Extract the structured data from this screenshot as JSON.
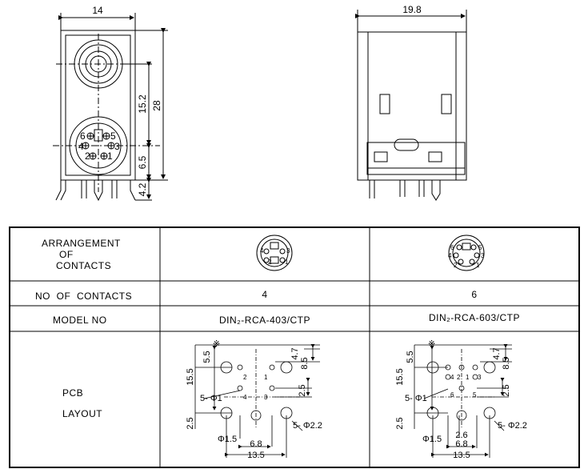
{
  "front_view": {
    "width_dim": "14",
    "height_dim": "28",
    "upper_dim": "15.2",
    "lower_dim": "6.5",
    "pin_dim": "4.2",
    "pin_labels": [
      "6",
      "5",
      "4",
      "3",
      "2",
      "1"
    ]
  },
  "side_view": {
    "width_dim": "19.8"
  },
  "table": {
    "row_labels": {
      "arrangement": [
        "ARRANGEMENT",
        "OF",
        "CONTACTS"
      ],
      "no_of_contacts": "NO  OF  CONTACTS",
      "model_no": "MODEL NO",
      "pcb_layout": [
        "PCB",
        "LAYOUT"
      ]
    },
    "col4": {
      "contacts": "4",
      "model": "DIN₂-RCA-403/CTP",
      "pin_labels": [
        "4",
        "3",
        "2",
        "1"
      ]
    },
    "col6": {
      "contacts": "6",
      "model": "DIN₂-RCA-603/CTP",
      "pin_labels": [
        "6",
        "5",
        "4",
        "3",
        "2",
        "1"
      ]
    }
  },
  "layout4": {
    "ref_mark": "※",
    "d5_5": "5.5",
    "d4_7": "4.7",
    "d8_5": "8.5",
    "d15_5": "15.5",
    "d2_5a": "2.5",
    "d2_5b": "2.5",
    "hole_a": "5- Φ1",
    "hole_b": "5- Φ2.2",
    "hole_c": "Φ1.5",
    "d6_8": "6.8",
    "d13_5": "13.5",
    "pins": [
      "2",
      "1",
      "4",
      "3"
    ]
  },
  "layout6": {
    "ref_mark": "※",
    "d5_5": "5.5",
    "d4_7": "4.7",
    "d8_5": "8.5",
    "d15_5": "15.5",
    "d2_5a": "2.5",
    "d2_5b": "2.5",
    "hole_a": "5- Φ1",
    "hole_b": "5- Φ2.2",
    "hole_c": "Φ1.5",
    "d2_6": "2.6",
    "d6_8": "6.8",
    "d13_5": "13.5",
    "pins": [
      "4",
      "2",
      "1",
      "3",
      "6",
      "5"
    ]
  }
}
